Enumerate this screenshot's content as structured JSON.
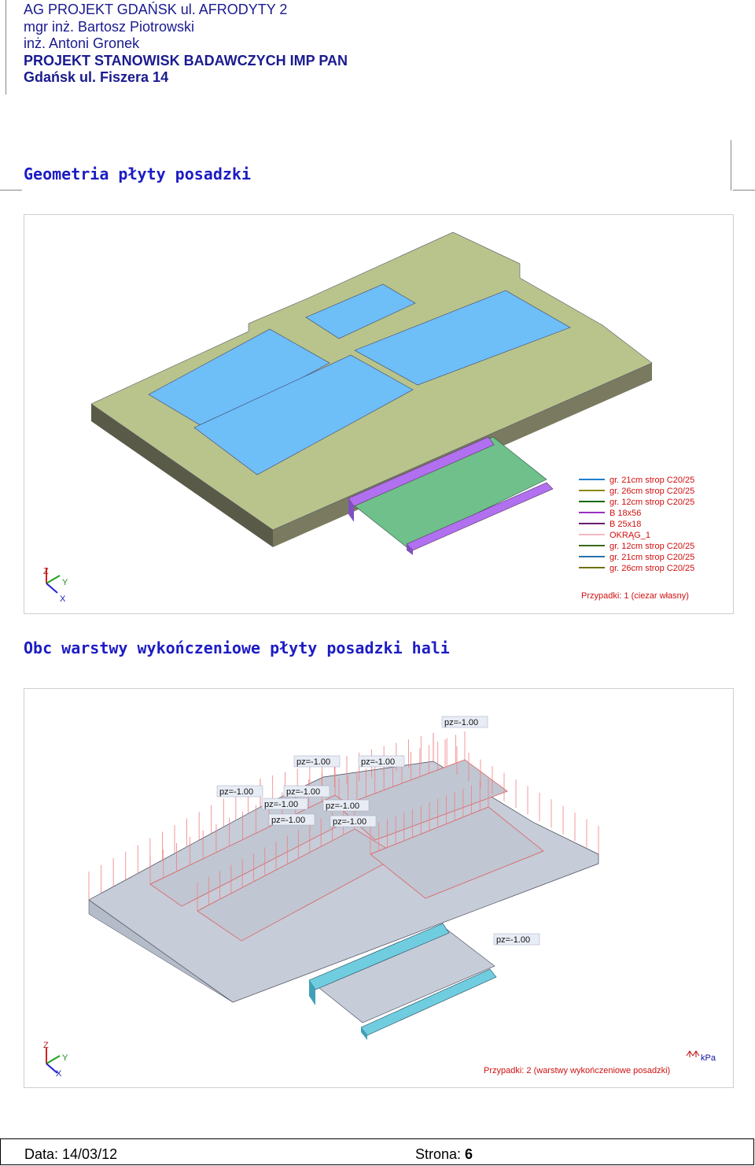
{
  "header": {
    "line1": "AG PROJEKT GDAŃSK ul. AFRODYTY 2",
    "line2": "mgr inż. Bartosz Piotrowski",
    "line3": "inż. Antoni Gronek",
    "line4": "PROJEKT STANOWISK BADAWCZYCH IMP PAN",
    "line5": "Gdańsk ul. Fiszera 14"
  },
  "section1": {
    "title": "Geometria płyty posadzki",
    "legend": [
      {
        "label": "gr. 21cm strop C20/25",
        "color": "#1f7fd0"
      },
      {
        "label": "gr. 26cm strop C20/25",
        "color": "#8a8a00"
      },
      {
        "label": "gr. 12cm strop C20/25",
        "color": "#0a6a0a"
      },
      {
        "label": "B 18x56",
        "color": "#9a30c0"
      },
      {
        "label": "B 25x18",
        "color": "#6a1a6a"
      },
      {
        "label": "OKRĄG_1",
        "color": "#f4b8c0"
      },
      {
        "label": "gr. 12cm strop C20/25",
        "color": "#3a6a1a"
      },
      {
        "label": "gr. 21cm strop C20/25",
        "color": "#2a70b0"
      },
      {
        "label": "gr. 26cm strop C20/25",
        "color": "#707000"
      }
    ],
    "case_label": "Przypadki: 1 (ciezar własny)",
    "axes": {
      "z": "Z",
      "y": "Y",
      "x": "X"
    }
  },
  "section2": {
    "title": "Obc warstwy wykończeniowe płyty posadzki hali",
    "load_labels": [
      "pz=-1.00",
      "pz=-1.00",
      "pz=-1.00",
      "pz=-1.00",
      "pz=-1.00",
      "pz=-1.00",
      "pz=-1.00",
      "pz=-1.00",
      "pz=-1.00",
      "pz=-1.00"
    ],
    "unit": "kPa",
    "case_label": "Przypadki: 2 (warstwy wykończeniowe posadzki)",
    "axes": {
      "z": "Z",
      "y": "Y",
      "x": "X"
    }
  },
  "footer": {
    "date_label": "Data: 14/03/12",
    "page_label": "Strona:",
    "page_number": "6"
  }
}
